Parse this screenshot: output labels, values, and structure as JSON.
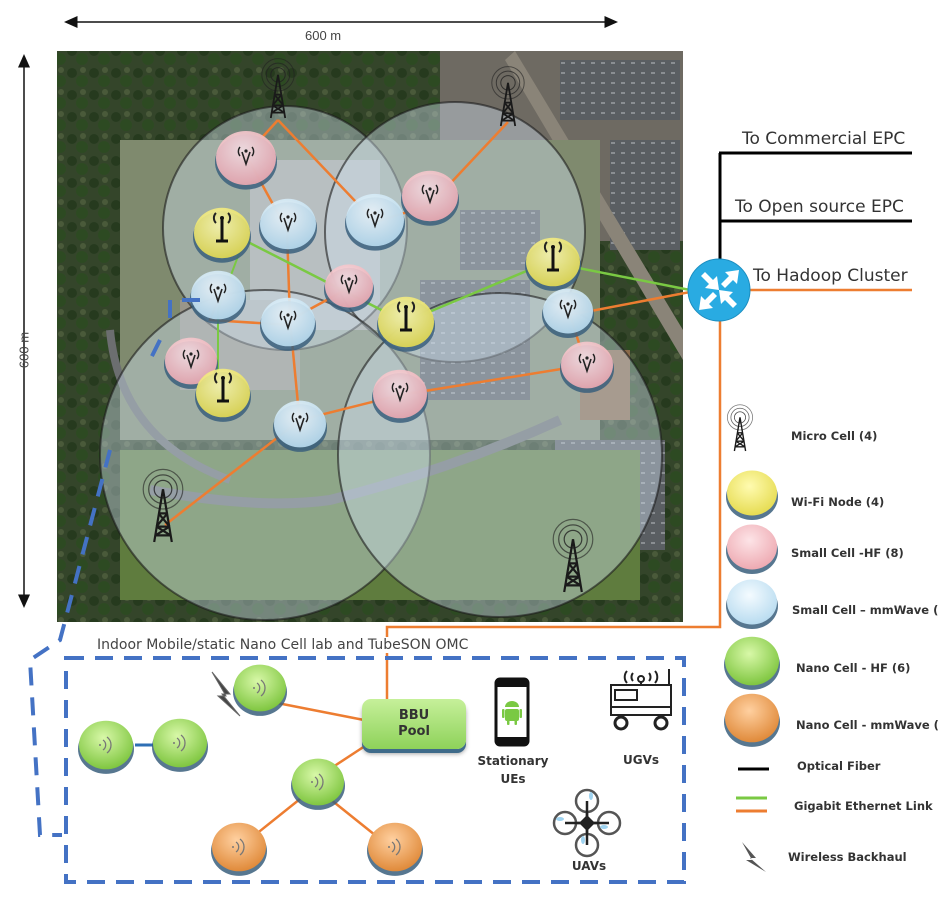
{
  "dimensions": {
    "horizontal_label": "600 m",
    "vertical_label": "600 m"
  },
  "uplinks": [
    {
      "label": "To Commercial EPC",
      "link_type": "Optical Fiber"
    },
    {
      "label": "To Open source EPC",
      "link_type": "Optical Fiber"
    },
    {
      "label": "To Hadoop Cluster",
      "link_type": "Gigabit Ethernet Link"
    }
  ],
  "legend": {
    "items": [
      {
        "icon": "micro-cell-tower-icon",
        "label": "Micro Cell (4)"
      },
      {
        "icon": "wifi-node-icon",
        "label": "Wi-Fi Node (4)",
        "color": "#f5ef7a"
      },
      {
        "icon": "small-cell-hf-icon",
        "label": "Small Cell -HF (8)",
        "color": "#f6c3c8"
      },
      {
        "icon": "small-cell-mmwave-icon",
        "label": "Small Cell – mmWave (",
        "color": "#d6ecf8"
      },
      {
        "icon": "nano-cell-hf-icon",
        "label": "Nano Cell - HF (6)",
        "color": "#a8e070"
      },
      {
        "icon": "nano-cell-mmwave-icon",
        "label": "Nano Cell - mmWave (",
        "color": "#f0a25a"
      },
      {
        "icon": "optical-fiber-line-icon",
        "label": "Optical Fiber",
        "color": "#000000"
      },
      {
        "icon": "gigabit-ethernet-line-icon",
        "label": "Gigabit Ethernet Link",
        "colors": [
          "#7ac943",
          "#ed7d31"
        ]
      },
      {
        "icon": "wireless-backhaul-icon",
        "label": "Wireless Backhaul"
      }
    ]
  },
  "lab": {
    "title": "Indoor Mobile/static Nano Cell lab and TubeSON OMC",
    "bbu_pool": {
      "line1": "BBU",
      "line2": "Pool"
    },
    "devices": [
      {
        "name": "stationary-ues",
        "line1": "Stationary",
        "line2": "UEs"
      },
      {
        "name": "ugvs",
        "line1": "UGVs"
      },
      {
        "name": "uavs",
        "line1": "UAVs"
      }
    ]
  },
  "colors": {
    "router": "#29abe2",
    "fiber": "#000000",
    "ethernet_green": "#7ac943",
    "ethernet_orange": "#ed7d31",
    "lab_border": "#4472c4",
    "coverage": "#c8dcec"
  }
}
